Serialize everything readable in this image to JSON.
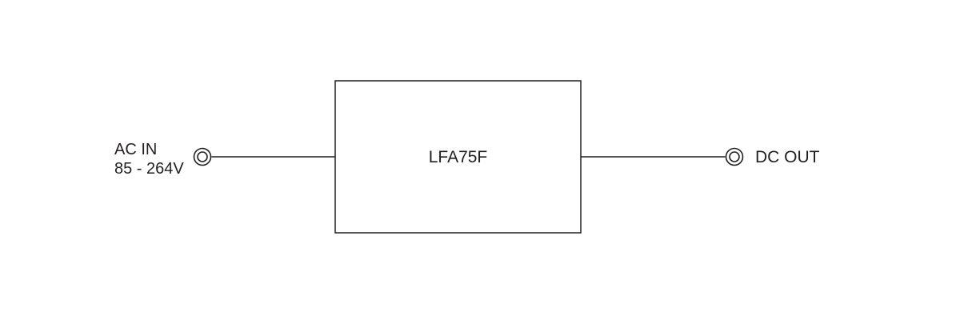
{
  "diagram": {
    "type": "power-supply-block-diagram",
    "input": {
      "label": "AC IN",
      "voltage_range": "85 - 264V"
    },
    "module": {
      "label": "LFA75F"
    },
    "output": {
      "label": "DC OUT"
    },
    "colors": {
      "line": "#231f20",
      "text": "#231f20",
      "background": "#ffffff"
    }
  }
}
